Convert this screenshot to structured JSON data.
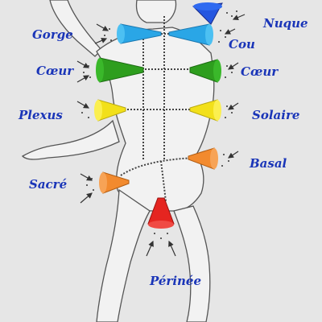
{
  "labels": {
    "nuque": "Nuque",
    "gorge": "Gorge",
    "cou": "Cou",
    "coeur_left": "Cœur",
    "coeur_right": "Cœur",
    "plexus": "Plexus",
    "solaire": "Solaire",
    "basal": "Basal",
    "sacre": "Sacré",
    "perinee": "Périnée"
  },
  "colors": {
    "label_text": "#1a35b8",
    "nuque": "#2456e0",
    "gorge_cou": "#2aa6e6",
    "coeur": "#2e9e1e",
    "plexus_solaire": "#f2e01a",
    "basal_sacre": "#f28a2e",
    "perinee": "#e52520",
    "figure_outline": "#555555",
    "background": "#e6e6e6"
  }
}
